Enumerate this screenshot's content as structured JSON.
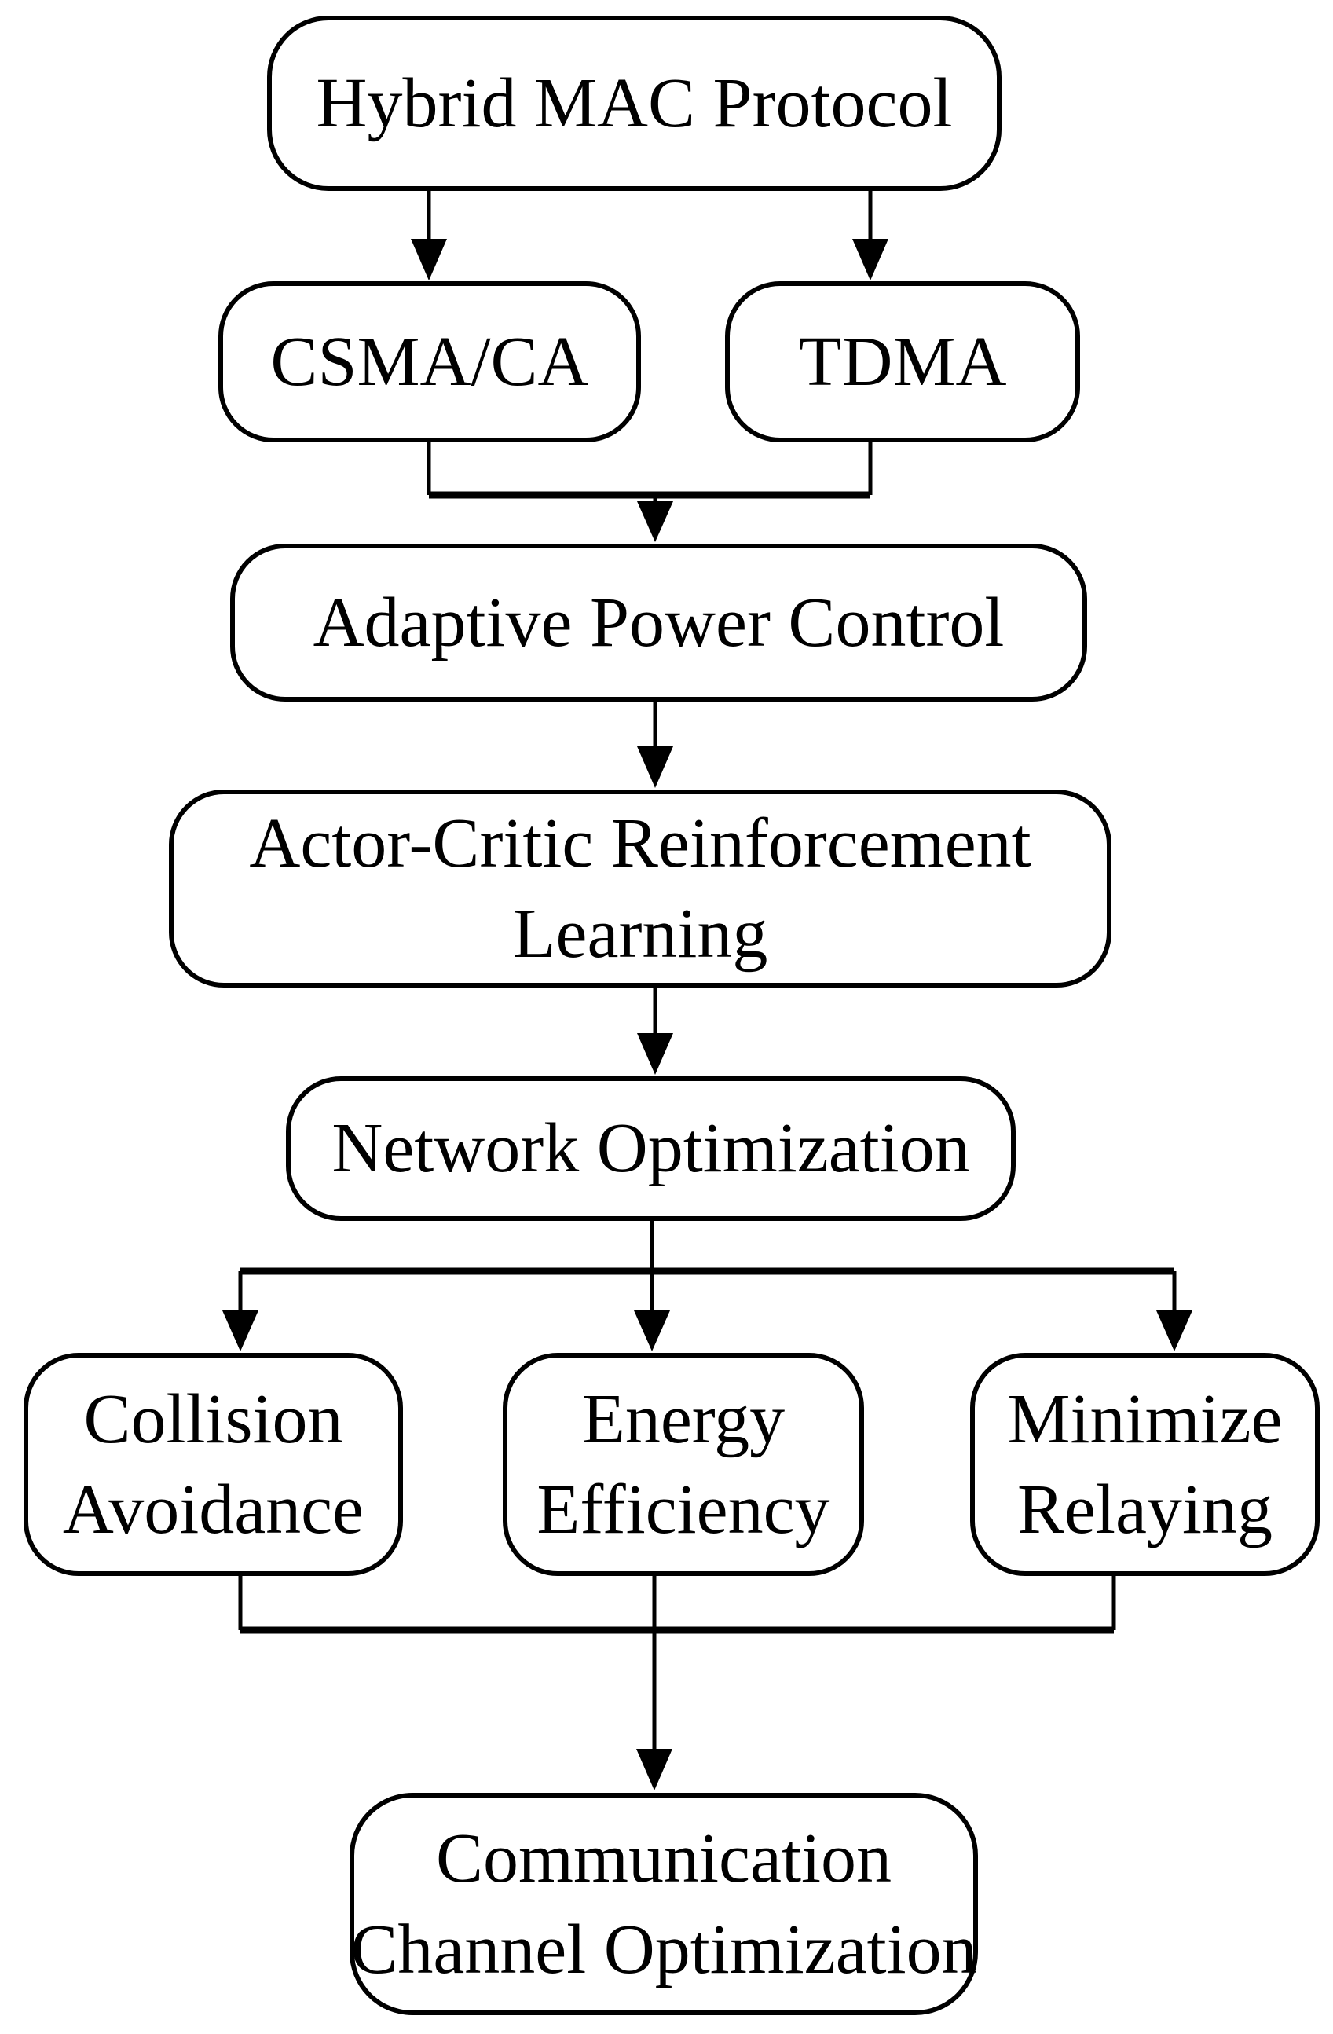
{
  "diagram": {
    "type": "flowchart",
    "colors": {
      "background": "#ffffff",
      "stroke": "#000000",
      "text": "#000000",
      "node_fill": "#ffffff"
    },
    "nodes": {
      "hybrid_mac": {
        "label": "Hybrid MAC Protocol",
        "lines": [
          "Hybrid MAC Protocol"
        ]
      },
      "csma_ca": {
        "label": "CSMA/CA",
        "lines": [
          "CSMA/CA"
        ]
      },
      "tdma": {
        "label": "TDMA",
        "lines": [
          "TDMA"
        ]
      },
      "adaptive_power": {
        "label": "Adaptive Power Control",
        "lines": [
          "Adaptive Power Control"
        ]
      },
      "actor_critic": {
        "label": "Actor-Critic Reinforcement Learning",
        "lines": [
          "Actor-Critic Reinforcement",
          "Learning"
        ]
      },
      "network_optimization": {
        "label": "Network Optimization",
        "lines": [
          "Network Optimization"
        ]
      },
      "collision_avoidance": {
        "label": "Collision Avoidance",
        "lines": [
          "Collision",
          "Avoidance"
        ]
      },
      "energy_efficiency": {
        "label": "Energy Efficiency",
        "lines": [
          "Energy",
          "Efficiency"
        ]
      },
      "minimize_relaying": {
        "label": "Minimize Relaying",
        "lines": [
          "Minimize",
          "Relaying"
        ]
      },
      "communication_channel": {
        "label": "Communication Channel Optimization",
        "lines": [
          "Communication",
          "Channel Optimization"
        ]
      }
    },
    "edges": [
      {
        "from": "Hybrid MAC Protocol",
        "to": "CSMA/CA"
      },
      {
        "from": "Hybrid MAC Protocol",
        "to": "TDMA"
      },
      {
        "from": "CSMA/CA",
        "to": "Adaptive Power Control"
      },
      {
        "from": "TDMA",
        "to": "Adaptive Power Control"
      },
      {
        "from": "Adaptive Power Control",
        "to": "Actor-Critic Reinforcement Learning"
      },
      {
        "from": "Actor-Critic Reinforcement Learning",
        "to": "Network Optimization"
      },
      {
        "from": "Network Optimization",
        "to": "Collision Avoidance"
      },
      {
        "from": "Network Optimization",
        "to": "Energy Efficiency"
      },
      {
        "from": "Network Optimization",
        "to": "Minimize Relaying"
      },
      {
        "from": "Collision Avoidance",
        "to": "Communication Channel Optimization"
      },
      {
        "from": "Energy Efficiency",
        "to": "Communication Channel Optimization"
      },
      {
        "from": "Minimize Relaying",
        "to": "Communication Channel Optimization"
      }
    ]
  }
}
